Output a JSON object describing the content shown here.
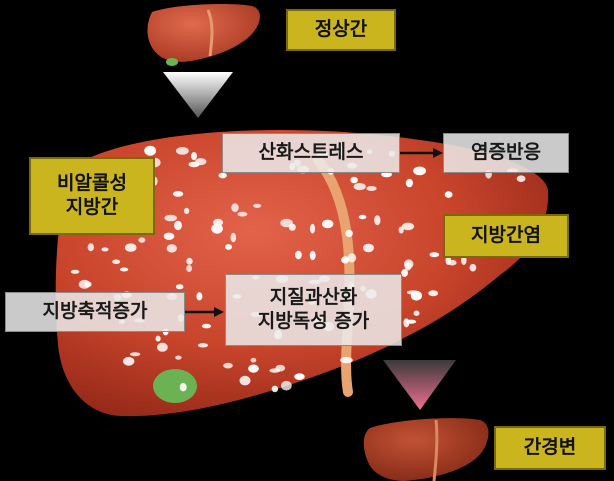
{
  "labels": {
    "normal_liver": "정상간",
    "nafld_line1": "비알콜성",
    "nafld_line2": "지방간",
    "oxidative_stress": "산화스트레스",
    "inflammation": "염증반응",
    "steatohepatitis": "지방간염",
    "fat_accumulation": "지방축적증가",
    "lipid_line1": "지질과산화",
    "lipid_line2": "지방독성 증가",
    "cirrhosis": "간경변"
  },
  "colors": {
    "background": "#000000",
    "liver": "#c9442b",
    "olive_label": "#cbb51e",
    "grey_label": "#ebebeb",
    "gallbladder": "#5fa84a"
  }
}
